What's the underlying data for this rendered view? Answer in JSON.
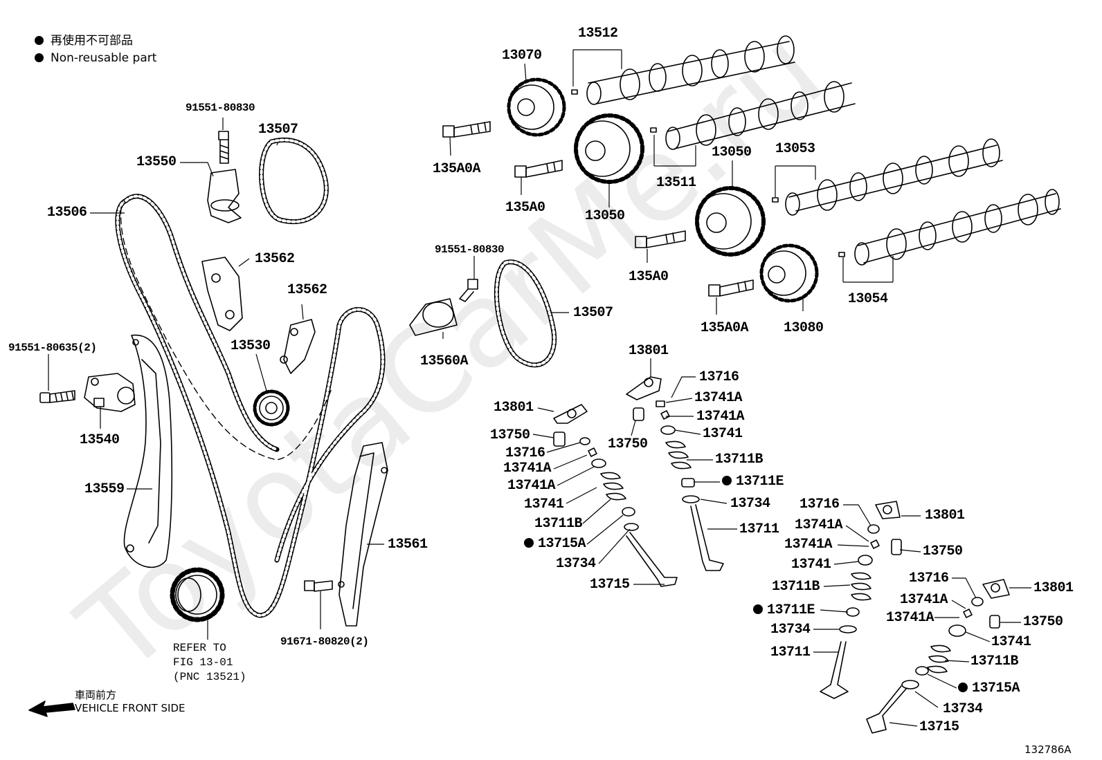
{
  "legend": {
    "line_jp": "再使用不可部品",
    "line_en": "Non-reusable part"
  },
  "parts": {
    "p13512": "13512",
    "p13070": "13070",
    "p135A0A_top": "135A0A",
    "p135A0_top": "135A0",
    "p13050_left": "13050",
    "p13511": "13511",
    "p13050_right": "13050",
    "p13053": "13053",
    "p135A0_right": "135A0",
    "p135A0A_right": "135A0A",
    "p13080": "13080",
    "p13054": "13054",
    "p91551_80830_a": "91551-80830",
    "p13507_a": "13507",
    "p13550": "13550",
    "p13506": "13506",
    "p13562_a": "13562",
    "p13562_b": "13562",
    "p13530": "13530",
    "p91551_80830_b": "91551-80830",
    "p13507_b": "13507",
    "p13560A": "13560A",
    "p91551_80635": "91551-80635(2)",
    "p13540": "13540",
    "p13559": "13559",
    "p13561": "13561",
    "p91671_80820": "91671-80820(2)",
    "p13801_a": "13801",
    "p13716_a": "13716",
    "p13741A_a1": "13741A",
    "p13741A_a2": "13741A",
    "p13741_a": "13741",
    "p13750_a": "13750",
    "p13711B_a": "13711B",
    "p13711E_a": "13711E",
    "p13734_a": "13734",
    "p13711_a": "13711",
    "p13801_b": "13801",
    "p13750_b": "13750",
    "p13716_b": "13716",
    "p13741A_b1": "13741A",
    "p13741A_b2": "13741A",
    "p13741_b": "13741",
    "p13711B_b": "13711B",
    "p13715A_b": "13715A",
    "p13734_b": "13734",
    "p13715_b": "13715",
    "p13716_c": "13716",
    "p13801_c": "13801",
    "p13741A_c1": "13741A",
    "p13741A_c2": "13741A",
    "p13750_c": "13750",
    "p13741_c": "13741",
    "p13711B_c": "13711B",
    "p13711E_c": "13711E",
    "p13734_c": "13734",
    "p13711_c": "13711",
    "p13716_d": "13716",
    "p13801_d": "13801",
    "p13741A_d1": "13741A",
    "p13741A_d2": "13741A",
    "p13750_d": "13750",
    "p13741_d": "13741",
    "p13711B_d": "13711B",
    "p13715A_d": "13715A",
    "p13734_d": "13734",
    "p13715_d": "13715"
  },
  "refer_note": {
    "line1": "REFER TO",
    "line2": "FIG 13-01",
    "line3": "(PNC 13521)"
  },
  "front_side": {
    "jp": "車両前方",
    "en": "VEHICLE FRONT SIDE"
  },
  "figure_id": "132786A",
  "watermark": "ToyotaCarMe.ru"
}
